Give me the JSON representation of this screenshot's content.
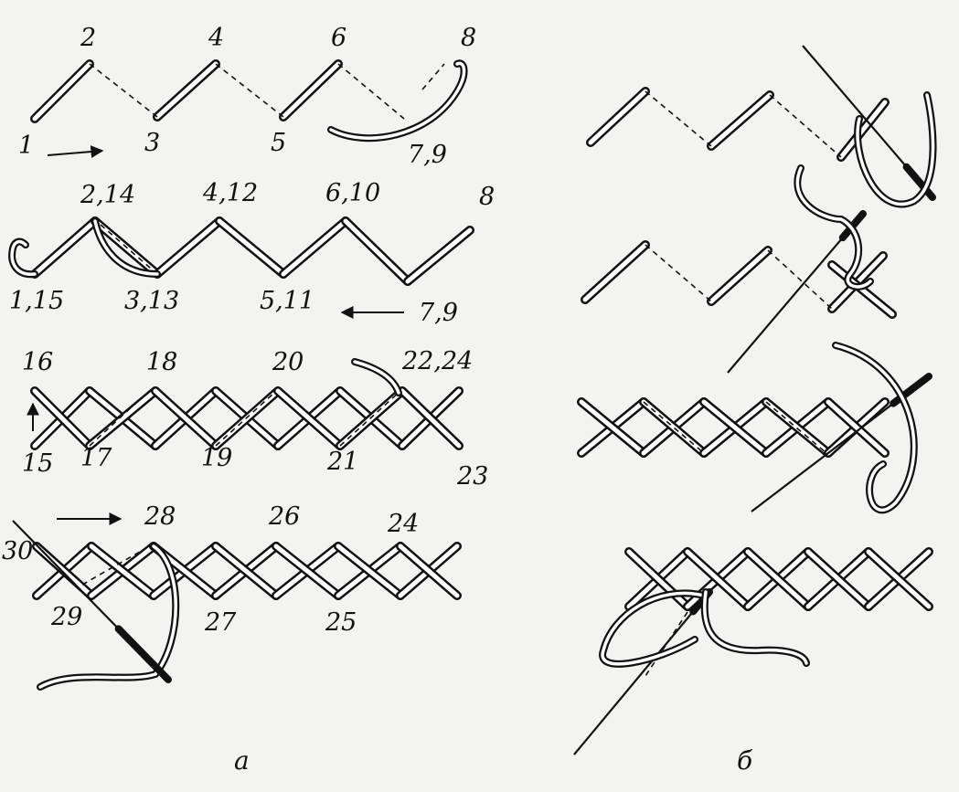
{
  "panels": [
    {
      "id": "a",
      "label": "а"
    },
    {
      "id": "b",
      "label": "б"
    }
  ],
  "rows": [
    {
      "id": "row1",
      "labels": [
        "1",
        "2",
        "3",
        "4",
        "5",
        "6",
        "7,9",
        "8"
      ],
      "arrow": "right"
    },
    {
      "id": "row2",
      "labels": [
        "2,14",
        "4,12",
        "6,10",
        "8",
        "1,15",
        "3,13",
        "5,11",
        "7,9"
      ],
      "arrow": "left"
    },
    {
      "id": "row3",
      "labels": [
        "16",
        "18",
        "20",
        "22,24",
        "15",
        "17",
        "19",
        "21",
        "23"
      ],
      "arrow": "up"
    },
    {
      "id": "row4",
      "labels": [
        "30",
        "28",
        "26",
        "24",
        "29",
        "27",
        "25"
      ],
      "arrow": "right"
    }
  ],
  "colors": {
    "ink": "#111111",
    "stitch_fill": "#ffffff",
    "background": "#f3f3f1"
  }
}
